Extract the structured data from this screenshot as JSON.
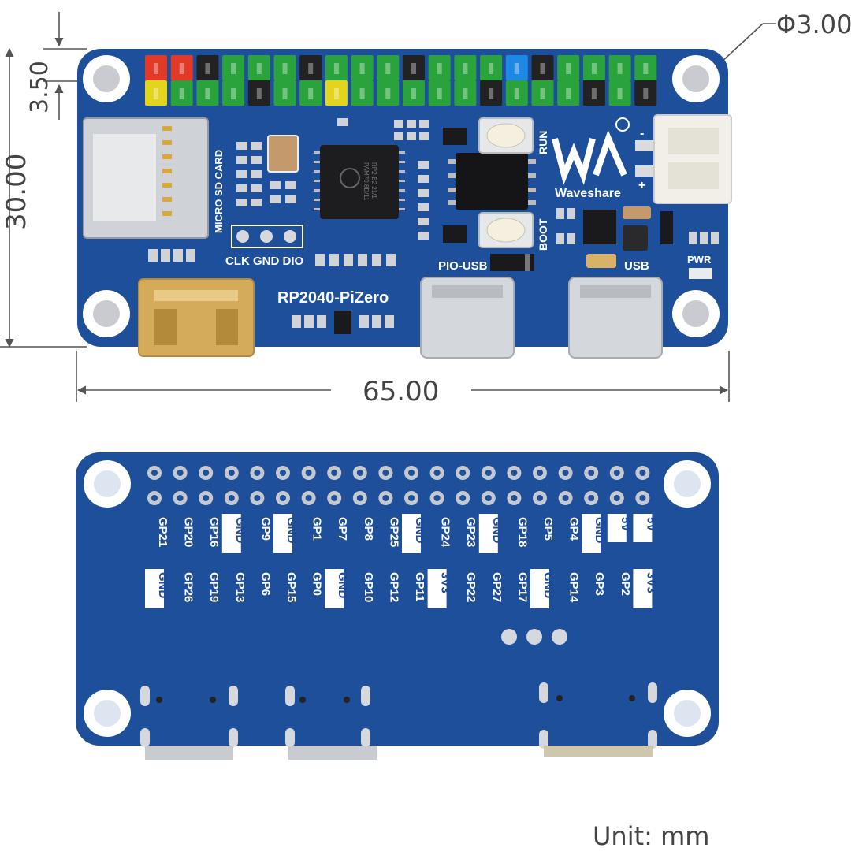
{
  "dimensions": {
    "hole_diameter": "Φ3.00",
    "hole_offset": "3.50",
    "board_height": "30.00",
    "board_width": "65.00",
    "unit": "Unit: mm"
  },
  "top_board": {
    "model": "RP2040-PiZero",
    "brand": "Waveshare",
    "sd_label": "MICRO SD CARD",
    "debug_labels": "CLK GND DIO",
    "run_label": "RUN",
    "boot_label": "BOOT",
    "pio_usb_label": "PIO-USB",
    "usb_label": "USB",
    "pwr_label": "PWR",
    "battery_minus": "-",
    "battery_plus": "+",
    "chip_line1": "RP2-B2  21/1",
    "chip_line2": "PAM70 8D/11",
    "header_top_colors": [
      "#e23a26",
      "#e23a26",
      "#222222",
      "#2aa33c",
      "#2aa33c",
      "#2aa33c",
      "#222222",
      "#2aa33c",
      "#2aa33c",
      "#2aa33c",
      "#222222",
      "#2aa33c",
      "#2aa33c",
      "#2aa33c",
      "#1e88e5",
      "#222222",
      "#2aa33c",
      "#2aa33c",
      "#2aa33c",
      "#2aa33c"
    ],
    "header_bottom_colors": [
      "#e3d41c",
      "#2aa33c",
      "#2aa33c",
      "#2aa33c",
      "#222222",
      "#2aa33c",
      "#2aa33c",
      "#e3d41c",
      "#2aa33c",
      "#2aa33c",
      "#2aa33c",
      "#2aa33c",
      "#2aa33c",
      "#222222",
      "#2aa33c",
      "#2aa33c",
      "#2aa33c",
      "#222222",
      "#2aa33c",
      "#222222"
    ]
  },
  "bottom_board": {
    "row1": [
      "GP21",
      "GP20",
      "GP16",
      "GND",
      "GP9",
      "GND",
      "GP1",
      "GP7",
      "GP8",
      "GP25",
      "GND",
      "GP24",
      "GP23",
      "GND",
      "GP18",
      "GP5",
      "GP4",
      "GND",
      "5V",
      "5V"
    ],
    "row2": [
      "GND",
      "GP26",
      "GP19",
      "GP13",
      "GP6",
      "GP15",
      "GP0",
      "GND",
      "GP10",
      "GP12",
      "GP11",
      "3V3",
      "GP22",
      "GP27",
      "GP17",
      "GND",
      "GP14",
      "GP3",
      "GP2",
      "3V3"
    ]
  },
  "colors": {
    "pcb": "#1e4f9a",
    "silk": "#ffffff",
    "dimension_line": "#555555"
  }
}
